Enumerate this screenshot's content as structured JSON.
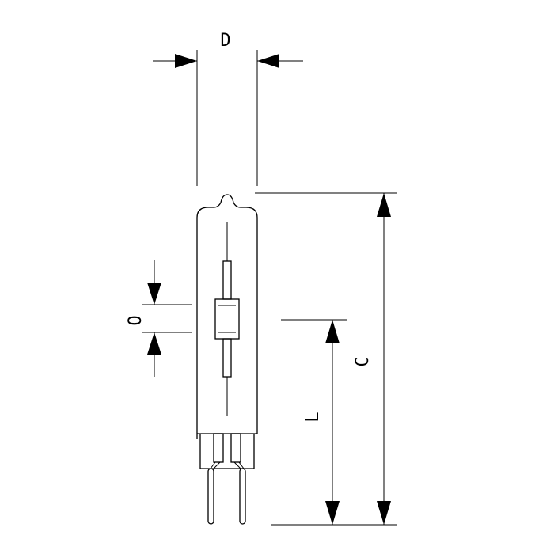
{
  "diagram": {
    "labels": {
      "d": "D",
      "o": "O",
      "l": "L",
      "c": "C"
    },
    "colors": {
      "line": "#000000",
      "background": "#ffffff"
    }
  }
}
